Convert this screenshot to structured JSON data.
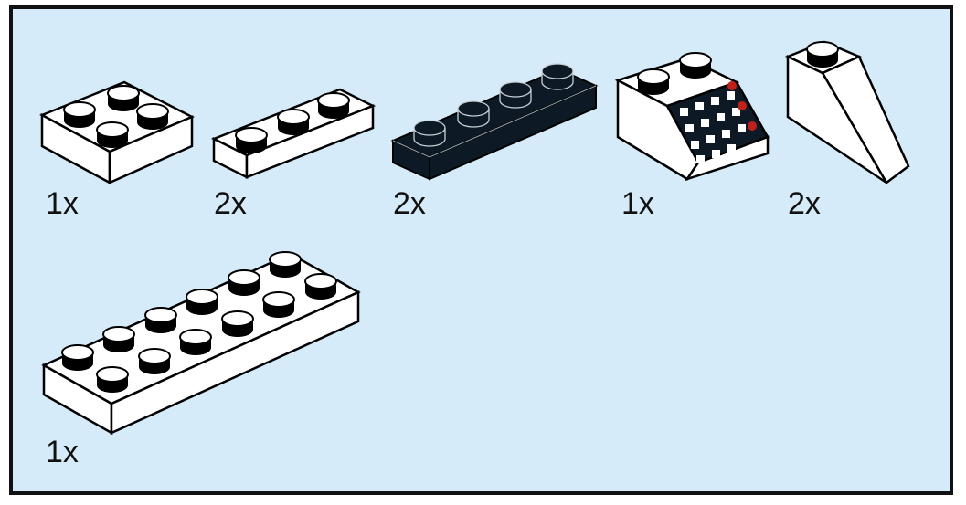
{
  "parts": [
    {
      "name": "plate-2x2",
      "quantity": "1x",
      "color": "white"
    },
    {
      "name": "plate-1x3",
      "quantity": "2x",
      "color": "white"
    },
    {
      "name": "plate-1x4",
      "quantity": "2x",
      "color": "black"
    },
    {
      "name": "slope-2x2-computer",
      "quantity": "1x",
      "color": "white"
    },
    {
      "name": "slope-1x1x2",
      "quantity": "2x",
      "color": "white"
    },
    {
      "name": "plate-2x6",
      "quantity": "1x",
      "color": "white"
    }
  ],
  "colors": {
    "background": "#d6ebf9",
    "border": "#111111",
    "brick_white": "#ffffff",
    "brick_black": "#0d1a26",
    "light_red": "#c0201a"
  }
}
